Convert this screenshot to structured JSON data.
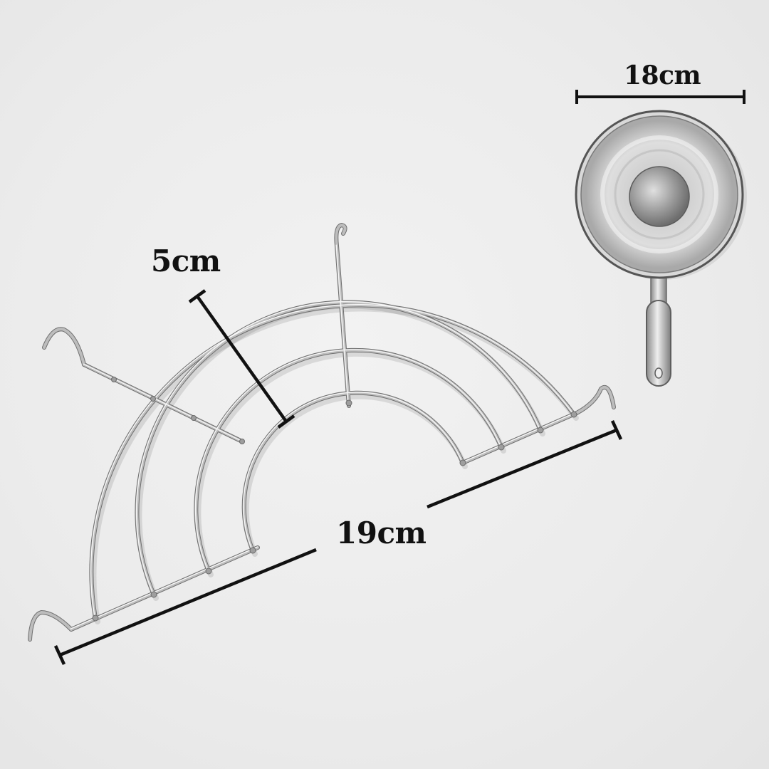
{
  "dimensions": {
    "rack_height": "5cm",
    "rack_length": "19cm",
    "pan_diameter": "18cm"
  },
  "colors": {
    "background": "#ececec",
    "dimension_line": "#111111",
    "wire_metal": "#b8b8b8",
    "wire_highlight": "#f4f4f4",
    "pan_metal": "#c9c9c9"
  },
  "items": {
    "rack": "semicircular-wire-rack",
    "pan": "stainless-saucepan"
  }
}
